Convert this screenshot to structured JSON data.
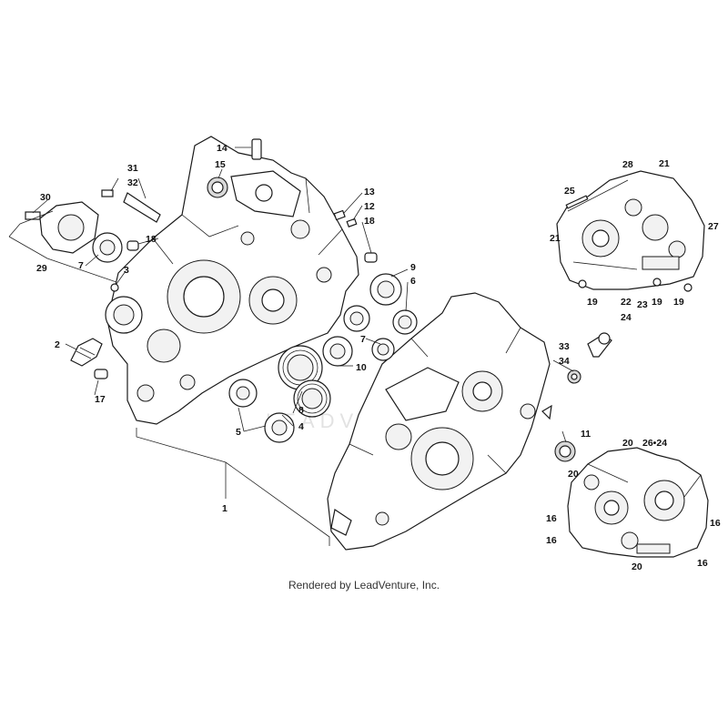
{
  "footer": {
    "credit": "Rendered by LeadVenture, Inc."
  },
  "watermark": {
    "text": "LEADVENTURE"
  },
  "callouts": {
    "c1": "1",
    "c2": "2",
    "c3": "3",
    "c4": "4",
    "c5": "5",
    "c6": "6",
    "c7a": "7",
    "c7b": "7",
    "c8": "8",
    "c9": "9",
    "c10": "10",
    "c11": "11",
    "c12": "12",
    "c13": "13",
    "c14": "14",
    "c15": "15",
    "c16a": "16",
    "c16b": "16",
    "c16c": "16",
    "c16d": "16",
    "c17": "17",
    "c18a": "18",
    "c18b": "18",
    "c19a": "19",
    "c19b": "19",
    "c19c": "19",
    "c20a": "20",
    "c20b": "20",
    "c20c": "20",
    "c21a": "21",
    "c21b": "21",
    "c22": "22",
    "c23": "23",
    "c24": "24",
    "c25": "25",
    "c2624": "26•24",
    "c27": "27",
    "c28": "28",
    "c29": "29",
    "c30": "30",
    "c31": "31",
    "c32": "32",
    "c33": "33",
    "c34": "34"
  }
}
